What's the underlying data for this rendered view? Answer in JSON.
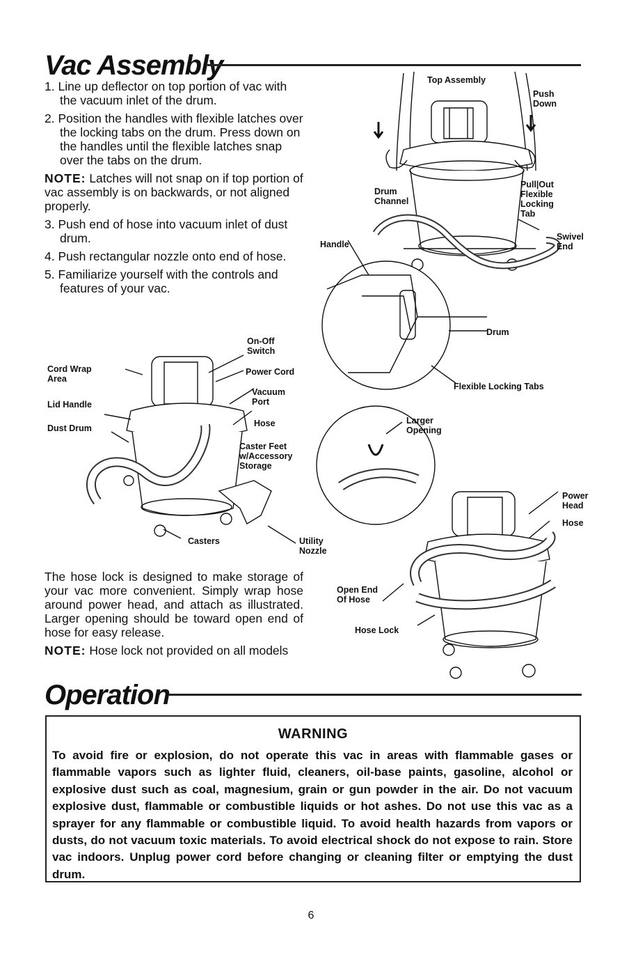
{
  "assembly": {
    "title": "Vac Assembly",
    "steps": [
      "1. Line up deflector on top portion of vac with the vacuum inlet of the drum.",
      "2. Position the handles with flexible latches over the locking tabs on the drum. Press down on the handles until the flexible latches snap over the tabs on the drum."
    ],
    "note_label": "NOTE:",
    "note_text": " Latches will not snap on if top portion of vac assembly is on backwards, or not aligned properly.",
    "steps2": [
      "3. Push end of hose into vacuum inlet of dust drum.",
      "4. Push rectangular nozzle onto end of hose.",
      "5. Familiarize yourself with the controls and features of your vac."
    ]
  },
  "figure_top": {
    "labels": {
      "top_assembly": "Top Assembly",
      "push_down": "Push\nDown",
      "drum_channel": "Drum\nChannel",
      "pull_out": "Pull|Out\nFlexible\nLocking\nTab",
      "swivel_end": "Swivel\nEnd",
      "handle": "Handle",
      "drum": "Drum",
      "flexible_locking_tabs": "Flexible Locking Tabs"
    }
  },
  "figure_features": {
    "labels": {
      "on_off_switch": "On-Off\nSwitch",
      "cord_wrap_area": "Cord Wrap\nArea",
      "power_cord": "Power Cord",
      "vacuum_port": "Vacuum\nPort",
      "lid_handle": "Lid Handle",
      "dust_drum": "Dust Drum",
      "hose": "Hose",
      "caster_feet": "Caster Feet\nw/Accessory\nStorage",
      "casters": "Casters",
      "utility_nozzle": "Utility\nNozzle"
    }
  },
  "figure_storage": {
    "labels": {
      "larger_opening": "Larger\nOpening",
      "power_head": "Power\nHead",
      "hose": "Hose",
      "open_end_of_hose": "Open End\nOf Hose",
      "hose_lock": "Hose Lock"
    }
  },
  "storage": {
    "text": "The hose lock is designed to make storage of your vac more convenient. Simply wrap hose around power head, and attach as illustrated. Larger opening should be toward open end of hose for easy release.",
    "note_label": "NOTE:",
    "note_text": " Hose lock not provided on all models"
  },
  "operation": {
    "title": "Operation",
    "warning_title": "WARNING",
    "warning_text": "To avoid fire or explosion, do not operate this vac in areas with flammable gases or flammable vapors such as lighter fluid, cleaners, oil-base paints, gasoline, alcohol or explosive dust such as coal, magnesium, grain or gun powder in the air. Do not vacuum explosive dust, flammable or combustible liquids or hot ashes. Do not use this vac as a sprayer for any flammable or combustible liquid. To avoid health hazards from vapors or dusts, do not vacuum toxic materials. To avoid electrical shock do not expose to rain. Store vac indoors. Unplug power cord before changing or cleaning filter or emptying the dust drum."
  },
  "page_number": "6"
}
